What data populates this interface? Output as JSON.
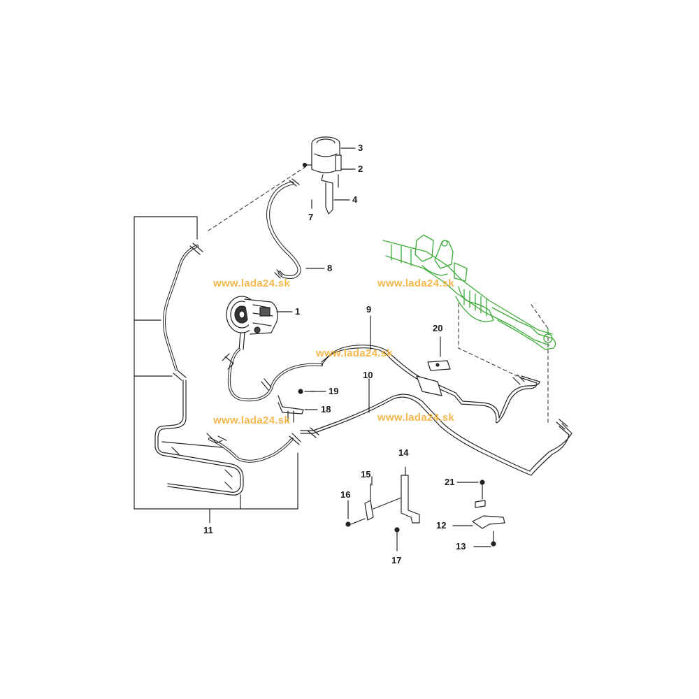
{
  "watermark": {
    "text": "www.lada24.sk",
    "color": "#f4b13a"
  },
  "callouts": {
    "c1": "1",
    "c2": "2",
    "c3": "3",
    "c4": "4",
    "c7": "7",
    "c8": "8",
    "c9": "9",
    "c10": "10",
    "c11": "11",
    "c12": "12",
    "c13": "13",
    "c14": "14",
    "c15": "15",
    "c16": "16",
    "c17": "17",
    "c18": "18",
    "c19": "19",
    "c20": "20",
    "c21": "21"
  },
  "colors": {
    "line": "#222222",
    "highlight": "#3aaa35"
  }
}
